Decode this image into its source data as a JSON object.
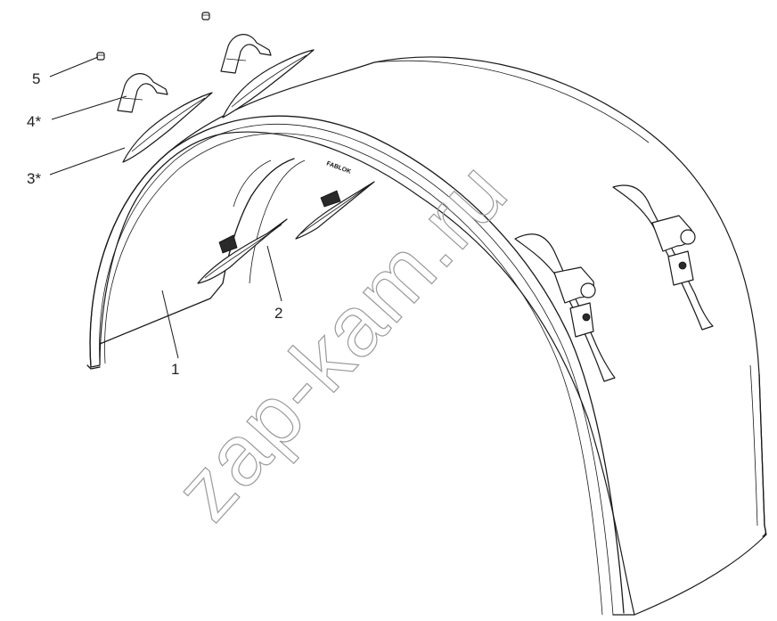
{
  "diagram": {
    "callouts": [
      {
        "id": "1",
        "label": "1"
      },
      {
        "id": "2",
        "label": "2"
      },
      {
        "id": "3",
        "label": "3*"
      },
      {
        "id": "4",
        "label": "4*"
      },
      {
        "id": "5",
        "label": "5"
      }
    ],
    "brand_mark": "FABLOK",
    "watermark": "zap-kam.ru"
  }
}
